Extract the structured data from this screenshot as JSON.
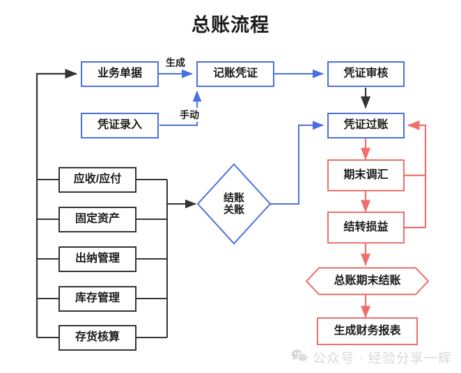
{
  "title": "总账流程",
  "colors": {
    "blue": "#4a6fe0",
    "black": "#333333",
    "red": "#ef6f6a",
    "text": "#1a1a1a",
    "watermark": "#d9d9d9",
    "background": "#ffffff"
  },
  "nodes": {
    "business_document": "业务单据",
    "bookkeeping_voucher": "记账凭证",
    "voucher_audit": "凭证审核",
    "voucher_entry": "凭证录入",
    "voucher_posting": "凭证过账",
    "receivable_payable": "应收/应付",
    "fixed_assets": "固定资产",
    "cashier_management": "出纳管理",
    "inventory_management": "库存管理",
    "inventory_accounting": "存货核算",
    "close_decision_line1": "结账",
    "close_decision_line2": "关账",
    "period_end_fx": "期末调汇",
    "carry_forward_pl": "结转损益",
    "gl_period_end_close": "总账期末结账",
    "generate_reports": "生成财务报表"
  },
  "edge_labels": {
    "generate": "生成",
    "manual": "手动"
  },
  "watermark": {
    "icon": "wechat-icon",
    "text": "公众号 · 经验分享一辉"
  }
}
